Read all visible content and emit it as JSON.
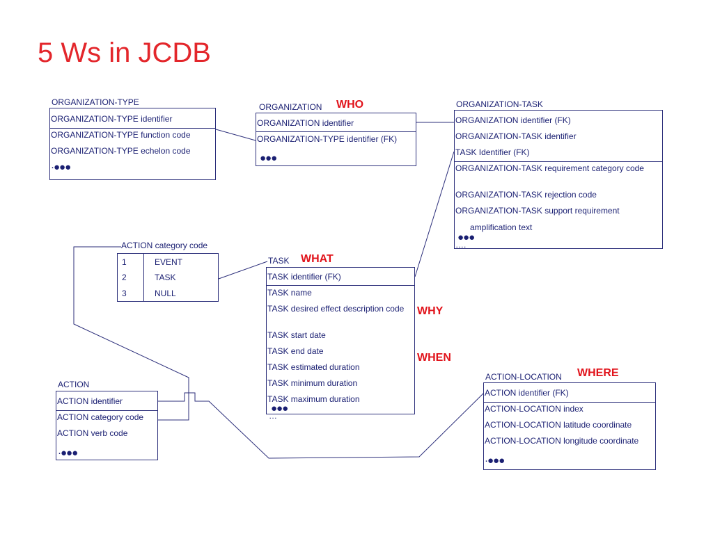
{
  "title": "5 Ws in JCDB",
  "tags": {
    "who": "WHO",
    "what": "WHAT",
    "why": "WHY",
    "when": "WHEN",
    "where": "WHERE"
  },
  "organization_type": {
    "name": "ORGANIZATION-TYPE",
    "rows": [
      "ORGANIZATION-TYPE identifier",
      "ORGANIZATION-TYPE function code",
      "ORGANIZATION-TYPE echelon code"
    ],
    "dots": "·●●●"
  },
  "organization": {
    "name": "ORGANIZATION",
    "rows": [
      "ORGANIZATION identifier",
      "ORGANIZATION-TYPE identifier (FK)"
    ],
    "dots": "●●●"
  },
  "organization_task": {
    "name": "ORGANIZATION-TASK",
    "rows": [
      "ORGANIZATION identifier (FK)",
      "ORGANIZATION-TASK identifier",
      "TASK Identifier (FK)",
      "ORGANIZATION-TASK requirement category code",
      "ORGANIZATION-TASK rejection code",
      "ORGANIZATION-TASK support requirement",
      "amplification text"
    ],
    "dots": "●●●",
    "ellipsis": "…."
  },
  "action_category": {
    "name": "ACTION category code",
    "rows": [
      {
        "code": "1",
        "value": "EVENT"
      },
      {
        "code": "2",
        "value": "TASK"
      },
      {
        "code": "3",
        "value": "NULL"
      }
    ]
  },
  "task": {
    "name": "TASK",
    "rows": [
      "TASK identifier (FK)",
      "TASK name",
      "TASK desired effect description code",
      "TASK start date",
      "TASK end date",
      "TASK estimated duration",
      "TASK minimum duration",
      "TASK maximum duration"
    ],
    "dots": "●●●",
    "ellipsis": "…"
  },
  "action": {
    "name": "ACTION",
    "rows": [
      "ACTION identifier",
      "ACTION category code",
      "ACTION verb code"
    ],
    "dots": "·●●●"
  },
  "action_location": {
    "name": "ACTION-LOCATION",
    "rows": [
      "ACTION identifier (FK)",
      "ACTION-LOCATION index",
      "ACTION-LOCATION latitude coordinate",
      "ACTION-LOCATION longitude coordinate"
    ],
    "dots": "·●●●"
  },
  "colors": {
    "title": "#e3262b",
    "tag": "#e1131b",
    "text": "#1a1f72",
    "line": "#2b2e7a",
    "brace": "#b5b5b5"
  }
}
